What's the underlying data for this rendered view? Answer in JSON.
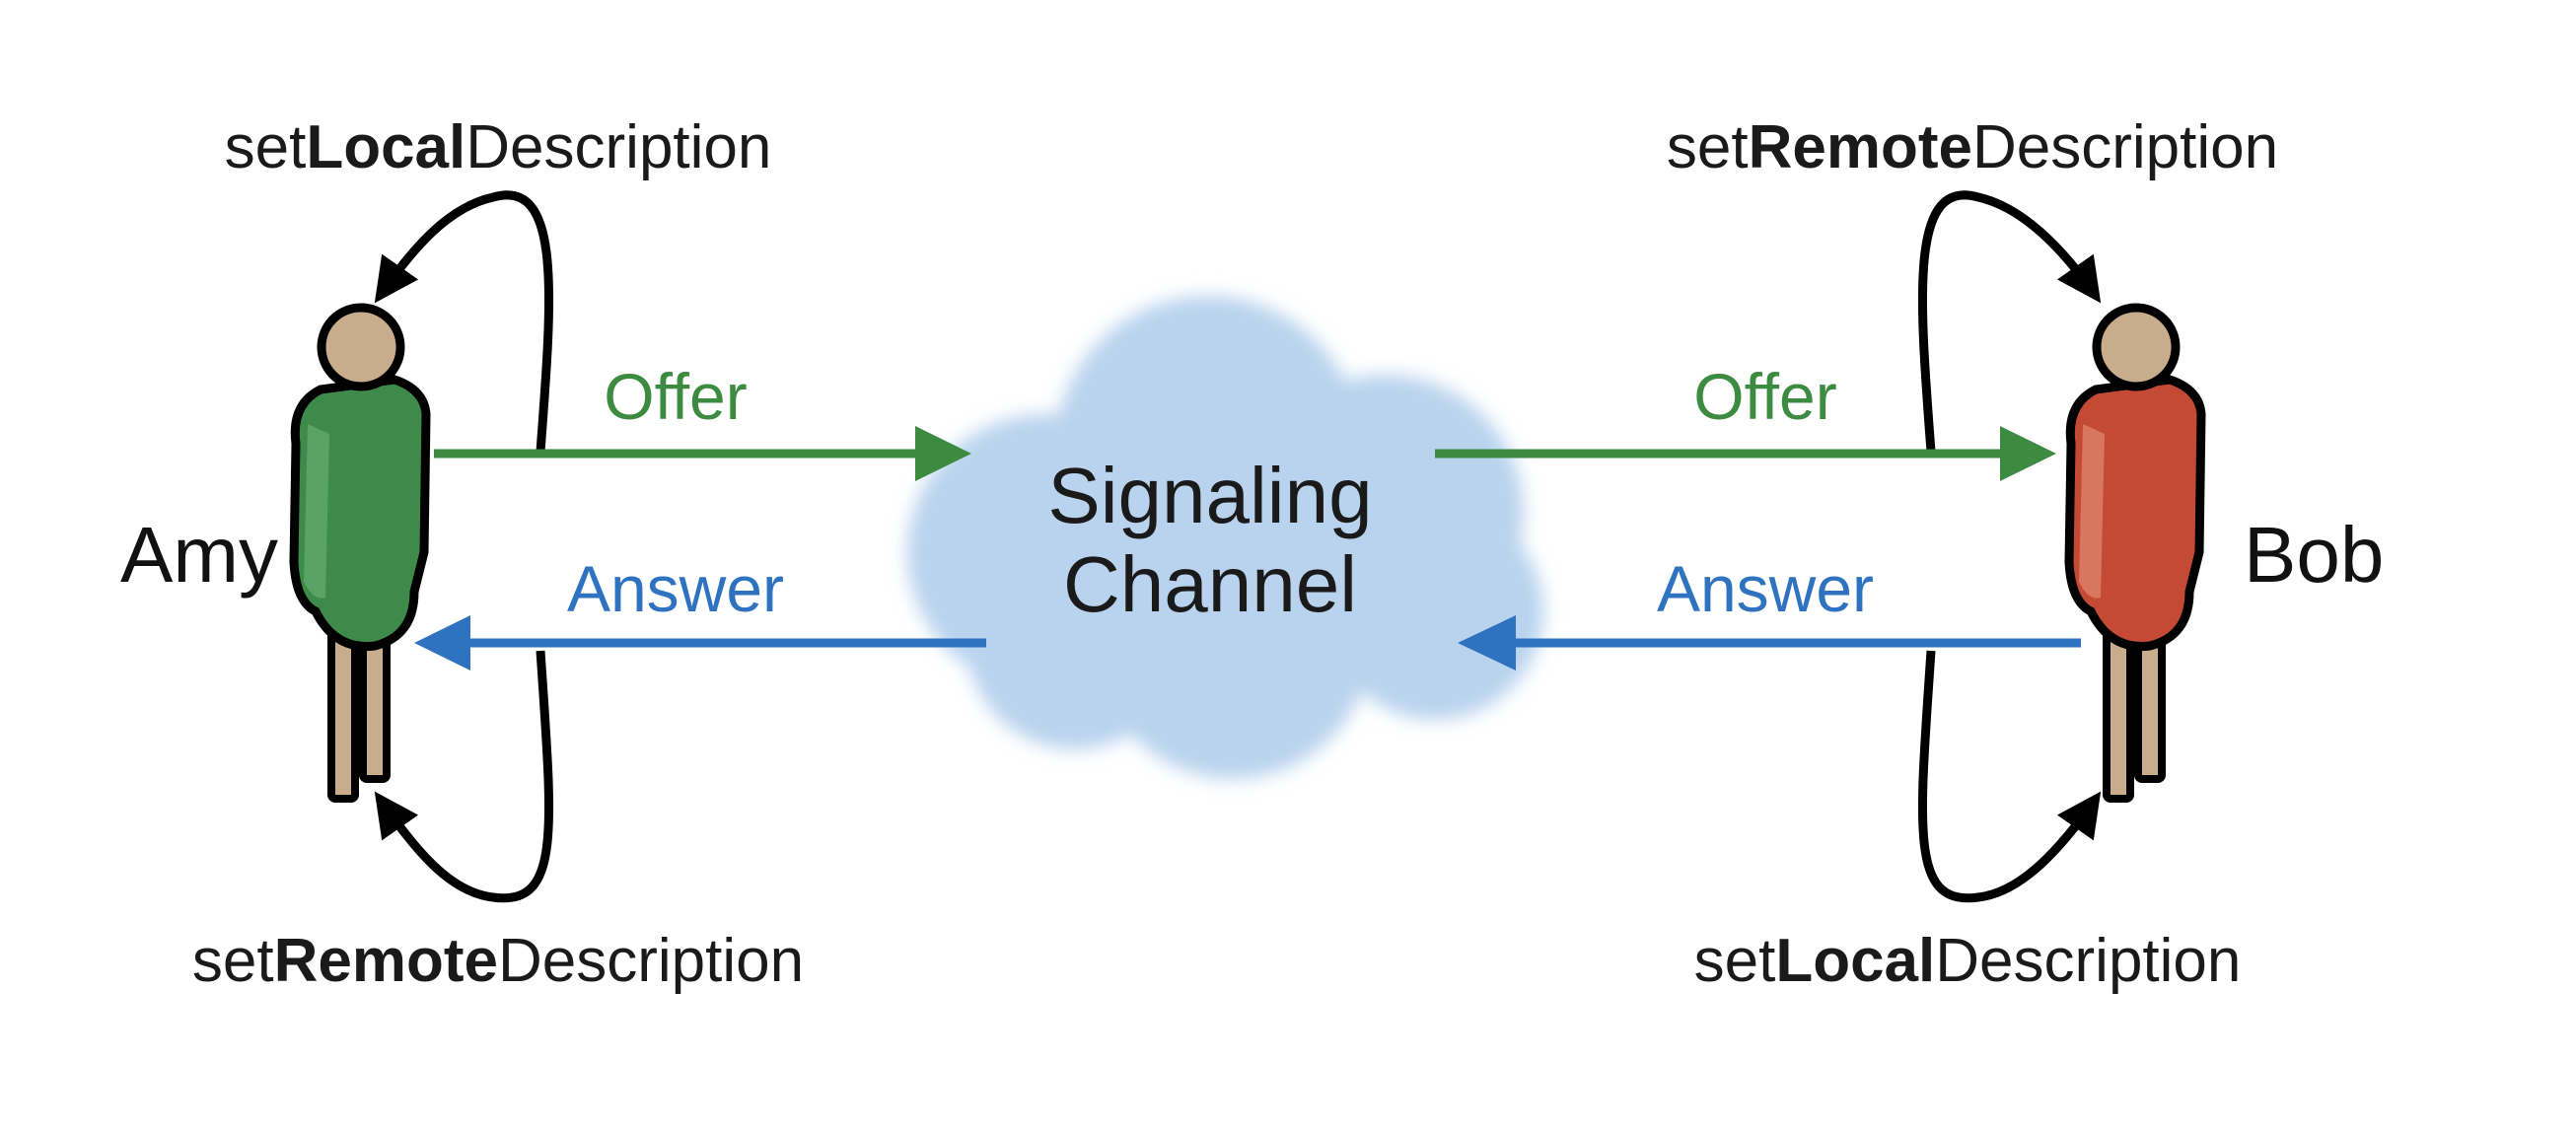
{
  "people": {
    "left": {
      "name": "Amy",
      "color": "#3e8a4a"
    },
    "right": {
      "name": "Bob",
      "color": "#c44a35"
    }
  },
  "cloud": {
    "line1": "Signaling",
    "line2": "Channel",
    "color": "#b9d3ee"
  },
  "messages": {
    "offer": {
      "label": "Offer",
      "color": "#3d8b41"
    },
    "answer": {
      "label": "Answer",
      "color": "#2f72c0"
    }
  },
  "labels": {
    "amy_top": {
      "pre": "set",
      "bold": "Local",
      "post": "Description"
    },
    "amy_bottom": {
      "pre": "set",
      "bold": "Remote",
      "post": "Description"
    },
    "bob_top": {
      "pre": "set",
      "bold": "Remote",
      "post": "Description"
    },
    "bob_bottom": {
      "pre": "set",
      "bold": "Local",
      "post": "Description"
    }
  }
}
